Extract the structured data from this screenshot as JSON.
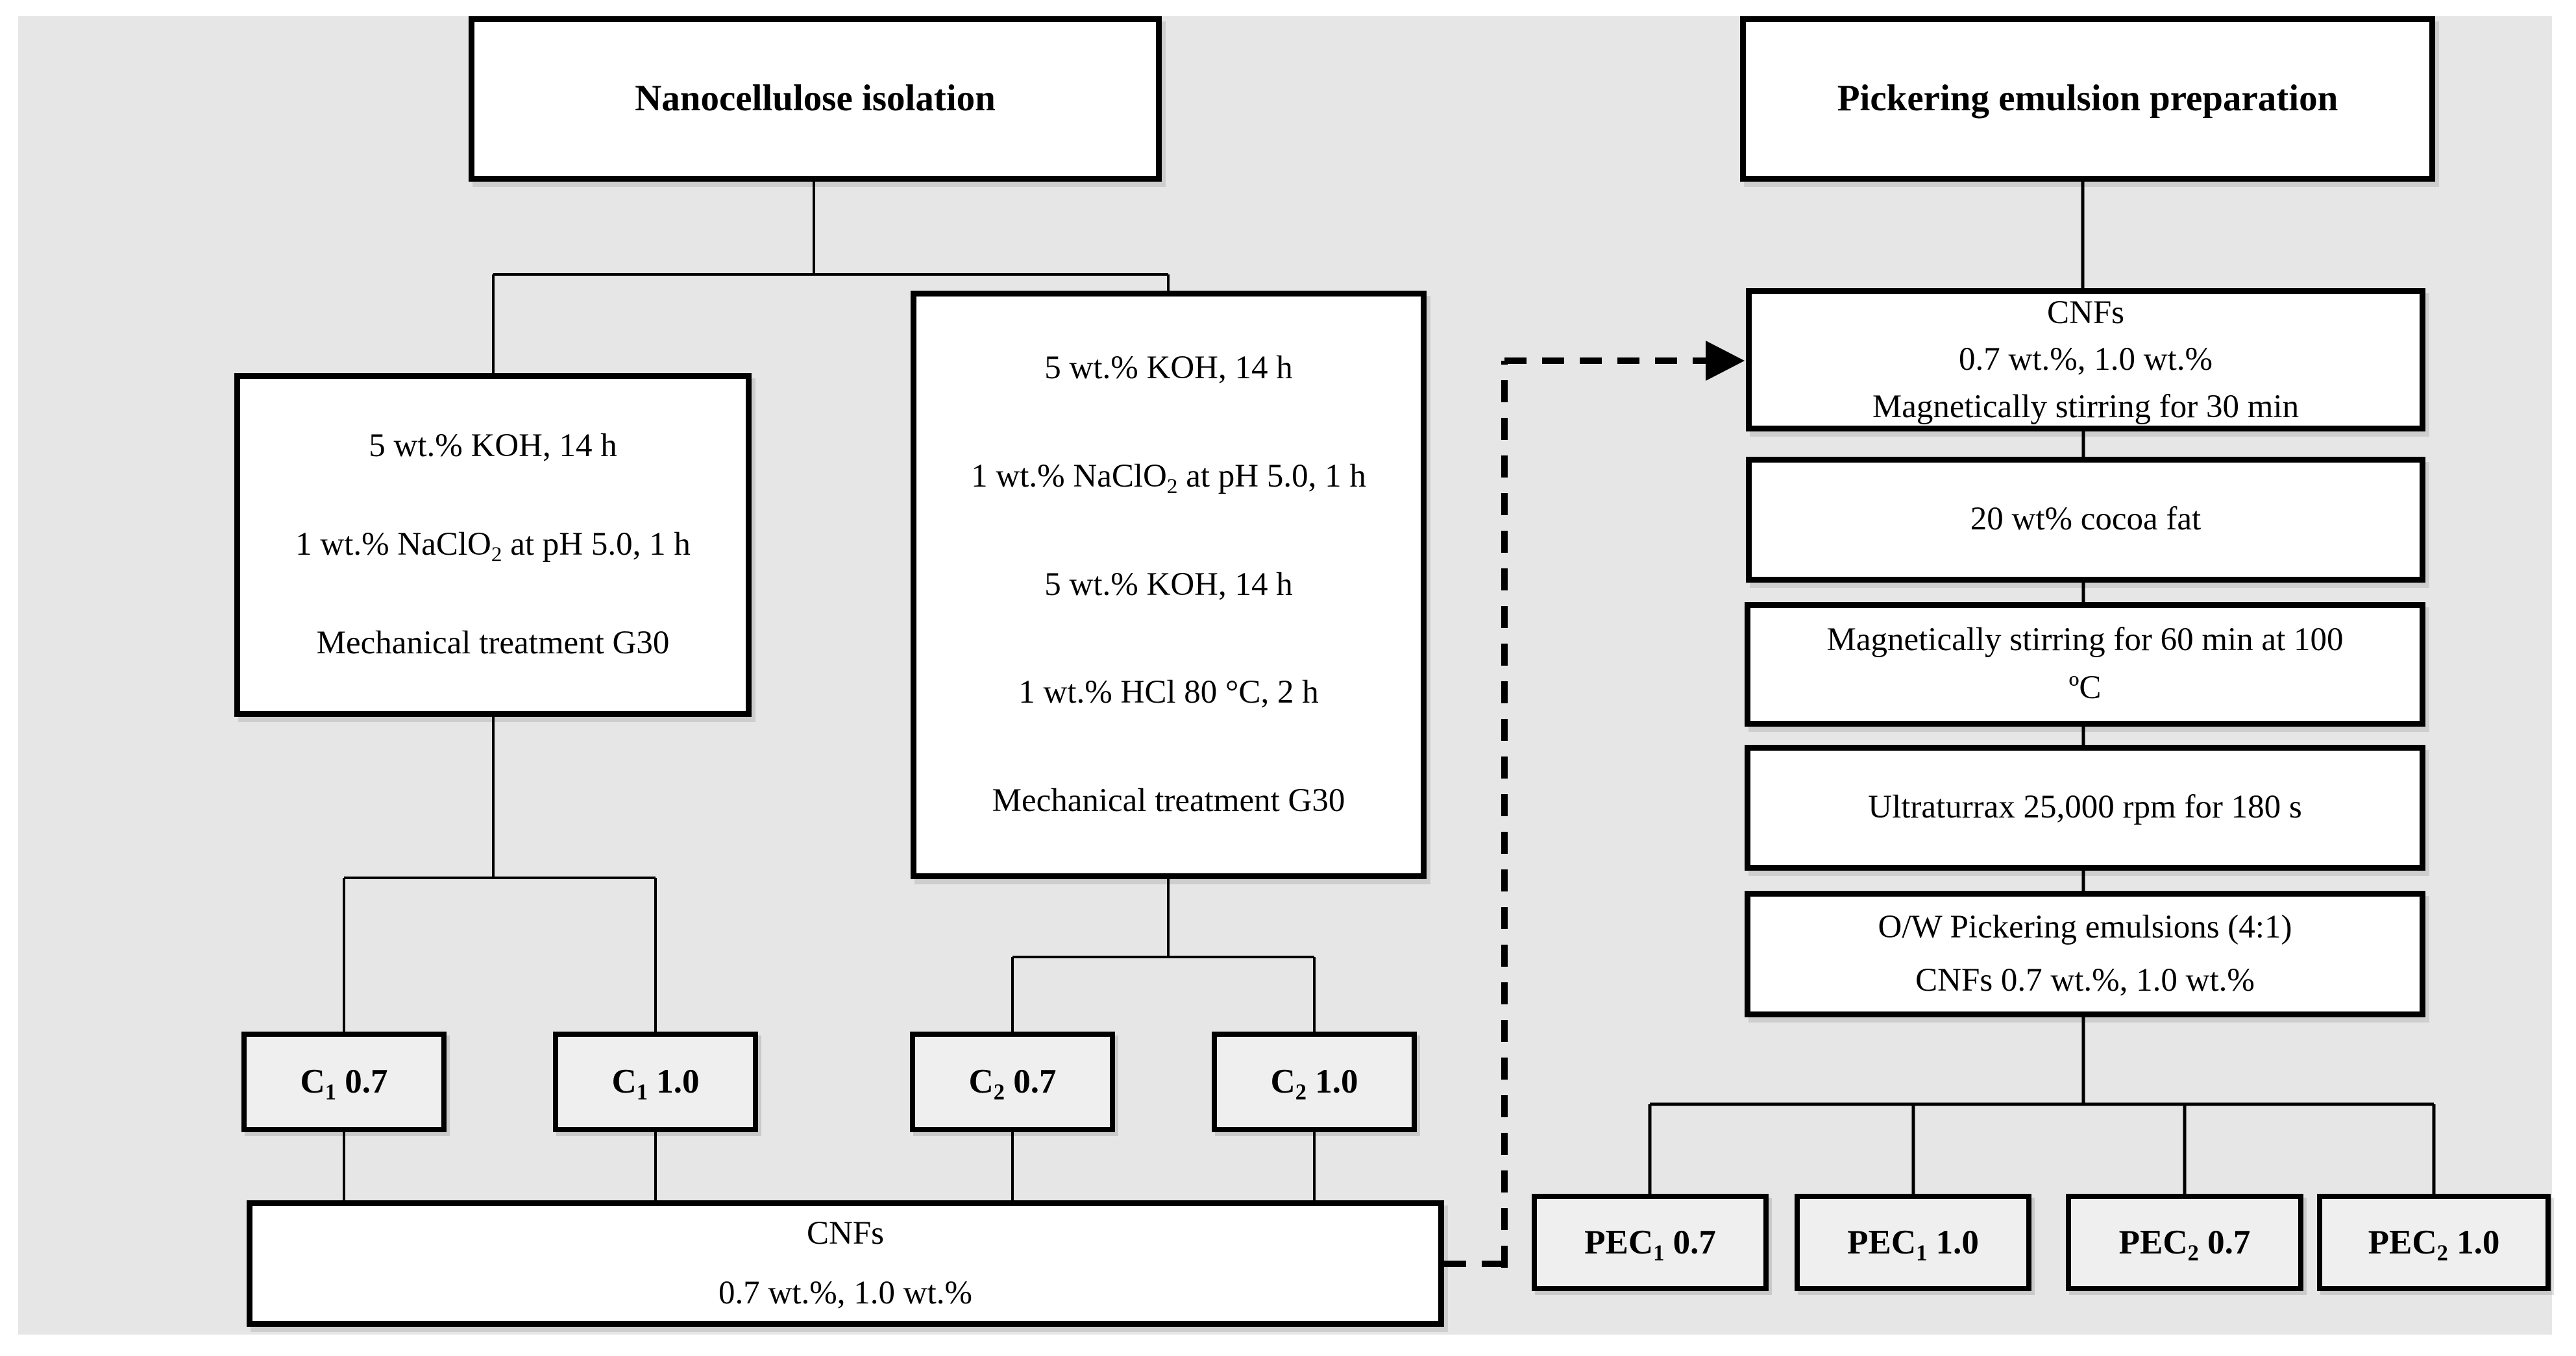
{
  "figure": {
    "background_color": "#e6e6e6",
    "box_fill": "#ffffff",
    "sample_box_fill": "#efefef",
    "line_color": "#000000"
  },
  "left_flow": {
    "title": "Nanocellulose isolation",
    "route1_steps": [
      "5 wt.% KOH, 14 h",
      "1 wt.% NaClO~2~ at pH 5.0, 1 h",
      "Mechanical treatment G30"
    ],
    "route2_steps": [
      "5 wt.% KOH, 14 h",
      "1 wt.% NaClO~2~ at pH 5.0, 1 h",
      "5 wt.% KOH, 14 h",
      "1 wt.% HCl 80 °C, 2 h",
      "Mechanical treatment G30"
    ],
    "samples": [
      "C~1~ 0.7",
      "C~1~ 1.0",
      "C~2~ 0.7",
      "C~2~ 1.0"
    ],
    "output_lines": [
      "CNFs",
      "0.7 wt.%, 1.0 wt.%"
    ]
  },
  "right_flow": {
    "title": "Pickering emulsion preparation",
    "step_cnfs_lines": [
      "CNFs",
      "0.7 wt.%, 1.0 wt.%",
      "Magnetically stirring for 30 min"
    ],
    "step_cocoa": "20 wt% cocoa fat",
    "step_stir_lines": [
      "Magnetically stirring for 60 min at 100",
      "ºC"
    ],
    "step_ultraturrax": "Ultraturrax 25,000 rpm for 180 s",
    "step_emulsion_lines": [
      "O/W Pickering emulsions (4:1)",
      "CNFs 0.7 wt.%, 1.0 wt.%"
    ],
    "samples": [
      "PEC~1~ 0.7",
      "PEC~1~ 1.0",
      "PEC~2~ 0.7",
      "PEC~2~ 1.0"
    ]
  }
}
